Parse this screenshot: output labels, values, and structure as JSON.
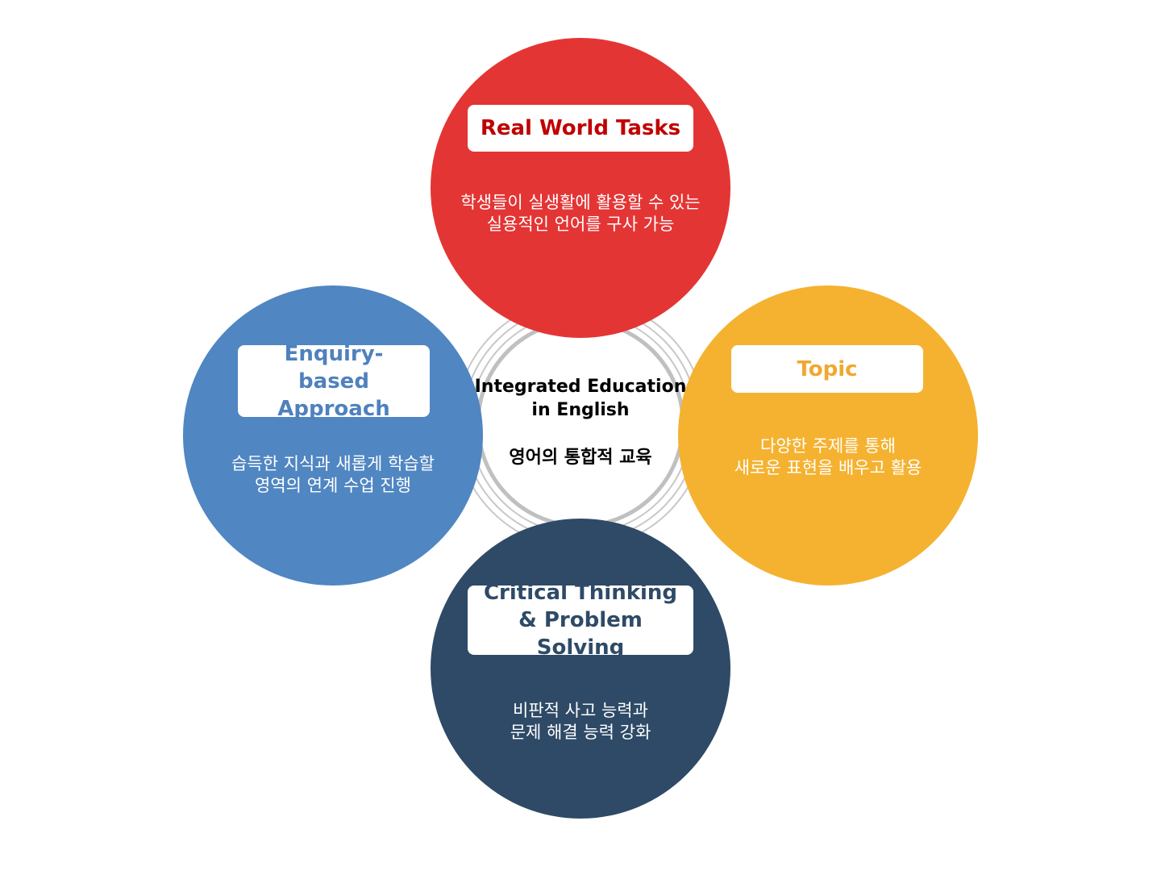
{
  "center": {
    "title_en": "Integrated Education\nin English",
    "title_ko": "영어의 통합적 교육"
  },
  "nodes": [
    {
      "id": "real-world-tasks",
      "title": "Real World Tasks",
      "desc": "학생들이 실생활에 활용할 수 있는\n실용적인 언어를 구사 가능",
      "color": "#e43535",
      "title_color": "#c00000"
    },
    {
      "id": "enquiry",
      "title": "Enquiry-based Approach",
      "desc": "습득한 지식과 새롭게 학습할\n영역의 연계 수업 진행",
      "color": "#5086c2",
      "title_color": "#4f81bd"
    },
    {
      "id": "topic",
      "title": "Topic",
      "desc": "다양한 주제를 통해\n새로운 표현을 배우고 활용",
      "color": "#f5b230",
      "title_color": "#f0a830"
    },
    {
      "id": "critical",
      "title": "Critical Thinking & Problem Solving",
      "desc": "비판적 사고 능력과\n문제 해결 능력 강화",
      "color": "#2e4a67",
      "title_color": "#2e4a67"
    }
  ]
}
